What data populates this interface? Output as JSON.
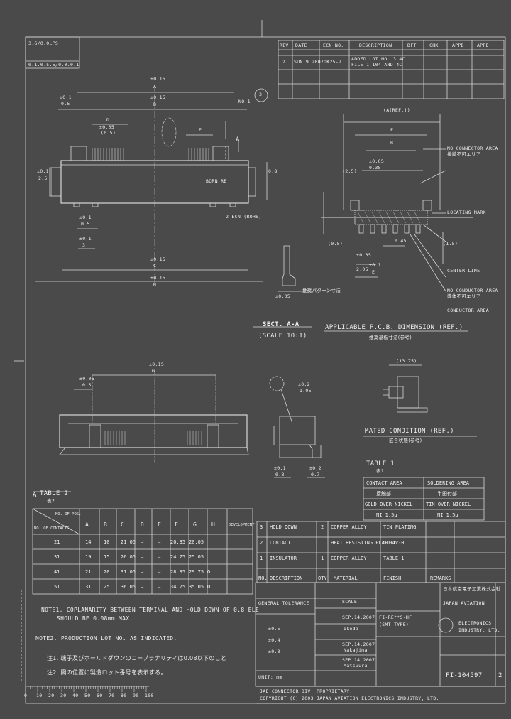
{
  "corner": {
    "line1": "3.6/0.0LPS",
    "line2": "0.1.0.5.5/0.0.0.1"
  },
  "revision_table": {
    "headers": [
      "REV",
      "DATE",
      "ECN NO.",
      "DESCRIPTION",
      "DFT",
      "CHK",
      "APPD",
      "APPD"
    ],
    "rows": [
      {
        "rev": "2",
        "date": "SUN.9.2007",
        "ecn": "OK25-2",
        "desc1": "ADDED LOT NO. 3 4C",
        "desc2": "FILE 1-104 AND 4C",
        "dft": "",
        "chk": "",
        "appd1": "",
        "appd2": ""
      }
    ]
  },
  "top_view": {
    "dim_a_tol": "±0.15",
    "dim_a": "A",
    "dim_b_tol": "±0.15",
    "dim_b": "B",
    "dim_c_tol": "±0.15",
    "dim_c": "C",
    "dim_h_tol": "±0.15",
    "dim_h": "H",
    "pitch_tol": "±0.1",
    "pitch": "0.5",
    "pitch2_tol": "±0.05",
    "pitch2": "(0.5)",
    "d_label": "D",
    "e_label": "E",
    "left_tol": "±0.1",
    "left_dim": "2.5",
    "dim_08": "0.8",
    "section_a1": "A",
    "section_a2": "A",
    "balloon_3": "3",
    "no1_label": "NO.1",
    "bottom_tol": "±0.1",
    "bottom_dim": "0.5",
    "tol_bottom2": "±0.1",
    "dim_bottom2": "3",
    "chip_text": "BORN  RE",
    "ref_note": "2  ECN\n(ROHS)"
  },
  "section_view": {
    "title": "SECT. A-A",
    "scale": "(SCALE 10:1)",
    "pcd_title": "APPLICABLE P.C.B. DIMENSION (REF.)",
    "pcd_sub": "推奨基板寸法(参考)",
    "labels": [
      "(A(REF.))",
      "F",
      "B",
      "±0.05",
      "0.35",
      "(2.5)",
      "(0.5)",
      "±0.05",
      "2.05",
      "±0.1",
      "E",
      "0.45",
      "(1.5)"
    ],
    "notes": [
      "NO CONNECTOR AREA",
      "接続不可エリア",
      "LOCATING MARK",
      "CENTER LINE",
      "NO CONDUCTOR AREA",
      "導体不可エリア",
      "CONDUCTOR AREA"
    ],
    "sect_left_label": "推奨パターン寸法",
    "sect_left_label2": "±0.05"
  },
  "lower_view": {
    "dim_tol": "±0.15",
    "dim_label": "G",
    "left_tol": "±0.05",
    "left_dim": "0.5",
    "side_tol": "±0.2",
    "side_dim": "1.05",
    "side_bottom_tol": "±0.1",
    "side_bottom": "0.8",
    "side_bottom2_tol": "±0.2",
    "side_bottom2": "0.7"
  },
  "mated": {
    "dim": "(13.75)",
    "title": "MATED CONDITION (REF.)",
    "sub": "嵌合状態(参考)"
  },
  "table1": {
    "title": "TABLE 1",
    "sub": "表1",
    "rows": [
      [
        "CONTACT AREA",
        "SOLDERING AREA"
      ],
      [
        "接触部",
        "半田付部"
      ],
      [
        "GOLD OVER NICKEL",
        "TIN OVER NICKEL"
      ],
      [
        "NI 1.5μ",
        "NI 1.5μ"
      ]
    ]
  },
  "table2": {
    "title": "TABLE 2",
    "sub": "表2",
    "corner_top": "NO. OF POS.",
    "corner_bottom": "NO. OF CONTACTS",
    "headers": [
      "A",
      "B",
      "C",
      "D",
      "E",
      "F",
      "G",
      "H",
      "DEVELOPMENT"
    ],
    "rows": [
      {
        "pos": "21",
        "vals": [
          "14",
          "10",
          "21.05",
          "—",
          "—",
          "20.35",
          "20.05",
          ""
        ]
      },
      {
        "pos": "31",
        "vals": [
          "19",
          "15",
          "26.05",
          "—",
          "—",
          "24.75",
          "25.05",
          ""
        ]
      },
      {
        "pos": "41",
        "vals": [
          "21",
          "20",
          "31.05",
          "—",
          "—",
          "28.35",
          "29.75",
          "O"
        ]
      },
      {
        "pos": "51",
        "vals": [
          "31",
          "25",
          "36.05",
          "—",
          "—",
          "34.75",
          "35.05",
          "O"
        ]
      }
    ]
  },
  "notes": {
    "note1_en": "NOTE1. COPLANARITY BETWEEN TERMINAL AND HOLD DOWN OF 0.8 ELE",
    "note1_en2": "SHOULD BE 0.08mm MAX.",
    "note2_en": "NOTE2. PRODUCTION LOT NO. AS INDICATED.",
    "note1_jp": "注1. 端子及びホールドダウンのコープラナリティは0.08以下のこと",
    "note2_jp": "注2. 図の位置に製造ロット番号を表示する。"
  },
  "title_block": {
    "parts": [
      {
        "no": "3",
        "name": "HOLD DOWN",
        "qty": "2",
        "mat": "COPPER ALLOY",
        "finish": "TIN PLATING"
      },
      {
        "no": "2",
        "name": "CONTACT",
        "qty": "",
        "mat": "HEAT RESISTING PLASTIC",
        "finish": "UL94V-0"
      },
      {
        "no": "1",
        "name": "INSULATOR",
        "qty": "1",
        "mat": "COPPER ALLOY",
        "finish": "TABLE 1"
      }
    ],
    "part_headers": [
      "NO.",
      "DESCRIPTION",
      "QTY",
      "MATERIAL",
      "FINISH",
      "REMARKS"
    ],
    "company_jp": "日本航空電子工業株式会社",
    "company_en1": "JAPAN AVIATION",
    "company_en2": "ELECTRONICS",
    "company_en3": "INDUSTRY, LTD.",
    "drawing_no": "FI-104597",
    "sheet_no": "2",
    "product": "FI-RE**S-HF",
    "product2": "(SMT TYPE)",
    "unit": "UNIT: mm",
    "scale": "SCALE",
    "tol1": "±0.3",
    "tol2": "±0.4",
    "tol3": "±0.5",
    "tolerance_label": "GENERAL TOLERANCE",
    "drawn": "Ikeda",
    "checked": "Nakajima",
    "approved": "Matsuura",
    "drawn_date": "SEP.14.2007",
    "checked_date": "SEP.14.2007",
    "approved_date": "SEP.14.2007",
    "copyright1": "JAE CONNECTOR DIV. PROPRIETARY.",
    "copyright2": "COPYRIGHT (C) 2003  JAPAN AVIATION ELECTRONICS INDUSTRY, LTD."
  },
  "ruler": {
    "ticks": [
      "0",
      "10",
      "20",
      "30",
      "40",
      "50",
      "60",
      "70",
      "80",
      "90",
      "100"
    ]
  }
}
